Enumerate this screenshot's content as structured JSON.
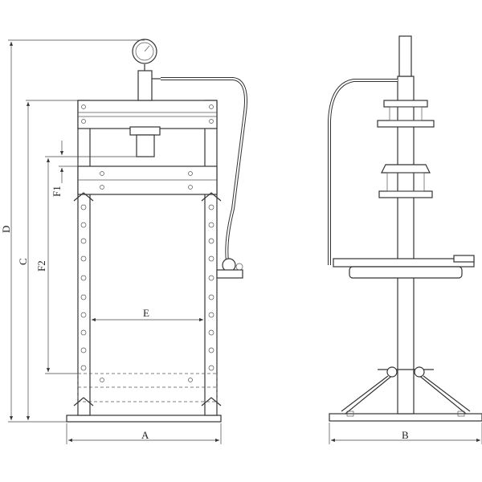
{
  "labels": {
    "D": "D",
    "C": "C",
    "F2": "F2",
    "F1": "F1",
    "E": "E",
    "A": "A",
    "B": "B"
  }
}
